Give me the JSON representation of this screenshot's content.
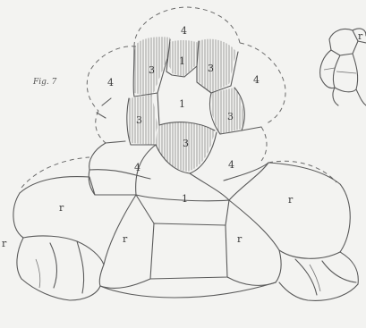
{
  "figure": {
    "caption": "Fig. 7",
    "labels": [
      "4",
      "3",
      "1",
      "3",
      "4",
      "4",
      "3",
      "1",
      "3",
      "3",
      "4",
      "4",
      "r",
      "1",
      "r",
      "r",
      "r",
      "r",
      "r"
    ]
  },
  "colors": {
    "background": "#f3f3f1",
    "ink": "#5a5a5a",
    "hatch": "#7a7a7a"
  }
}
